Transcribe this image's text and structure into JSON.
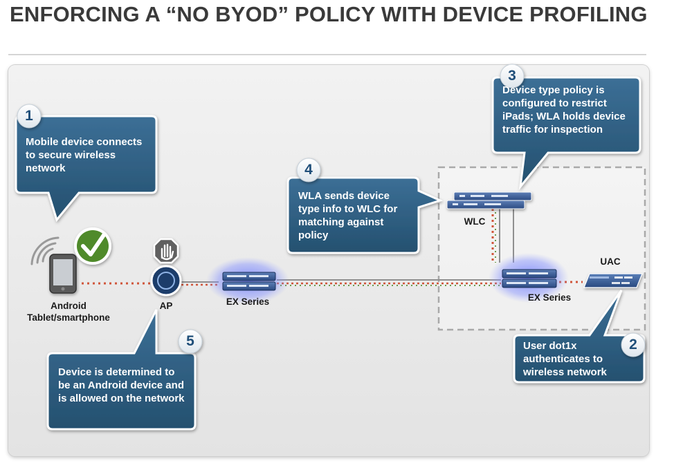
{
  "title": "ENFORCING A “NO BYOD” POLICY WITH DEVICE PROFILING",
  "colors": {
    "callout_fill": "#2d5a7e",
    "badge_text": "#1f4e79",
    "dotted_link": "#d0553a",
    "dotted_link_green": "#6a9a4a",
    "check_green": "#4f8a2c"
  },
  "callouts": [
    {
      "number": "1",
      "text": "Mobile device connects to secure wireless network"
    },
    {
      "number": "2",
      "text": "User dot1x authenticates to wireless network"
    },
    {
      "number": "3",
      "text": "Device type policy is configured to restrict iPads; WLA holds device traffic for inspection"
    },
    {
      "number": "4",
      "text": "WLA sends device type info to WLC for matching against policy"
    },
    {
      "number": "5",
      "text": "Device is determined to be an Android device and is allowed on the network"
    }
  ],
  "devices": {
    "android": "Android Tablet/smartphone",
    "ap": "AP",
    "ex_left": "EX Series",
    "wlc": "WLC",
    "ex_right": "EX Series",
    "uac": "UAC"
  },
  "icons": {
    "mobile": "tablet-icon",
    "wifi": "wifi-signal-icon",
    "check": "checkmark-icon",
    "stop": "stop-hand-icon",
    "ap": "access-point-icon",
    "switch": "switch-icon",
    "controller": "controller-icon",
    "uac": "uac-appliance-icon"
  }
}
